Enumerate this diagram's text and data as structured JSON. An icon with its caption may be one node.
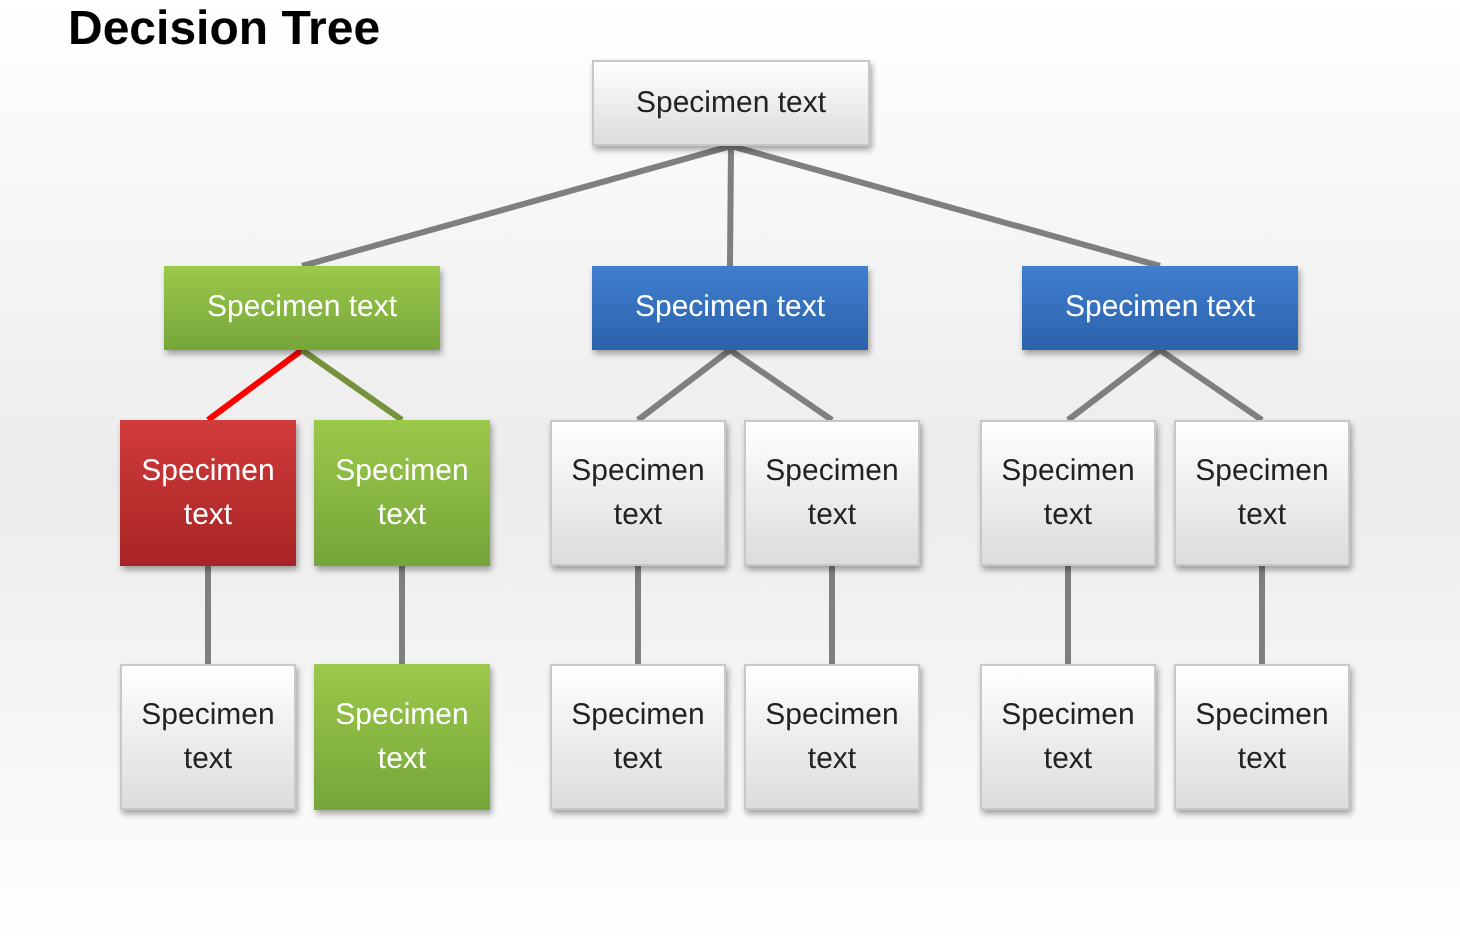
{
  "diagram": {
    "title": "Decision Tree",
    "nodes": [
      {
        "text": [
          "Specimen text"
        ]
      },
      {
        "text": [
          "Specimen text"
        ]
      },
      {
        "text": [
          "Specimen text"
        ]
      },
      {
        "text": [
          "Specimen text"
        ]
      },
      {
        "text": [
          "Specimen text"
        ]
      },
      {
        "text": [
          "Specimen text"
        ]
      },
      {
        "text": [
          "Specimen text"
        ]
      },
      {
        "text": [
          "Specimen text"
        ]
      },
      {
        "text": [
          "Specimen text"
        ]
      },
      {
        "text": [
          "Specimen text"
        ]
      },
      {
        "text": [
          "Specimen text"
        ]
      },
      {
        "text": [
          "Specimen text"
        ]
      },
      {
        "text": [
          "Specimen text"
        ]
      },
      {
        "text": [
          "Specimen text"
        ]
      },
      {
        "text": [
          "Specimen text"
        ]
      },
      {
        "text": [
          "Specimen text"
        ]
      }
    ],
    "edges": [
      {
        "from": 0,
        "to": 1,
        "arrow": "none"
      },
      {
        "from": 0,
        "to": 2,
        "arrow": "none"
      },
      {
        "from": 0,
        "to": 3,
        "arrow": "none"
      },
      {
        "from": 1,
        "to": 4,
        "arrow": "none",
        "color": "#ff0000"
      },
      {
        "from": 1,
        "to": 5,
        "arrow": "none",
        "color": "#76923c"
      },
      {
        "from": 2,
        "to": 6,
        "arrow": "none"
      },
      {
        "from": 2,
        "to": 7,
        "arrow": "none"
      },
      {
        "from": 3,
        "to": 8,
        "arrow": "none"
      },
      {
        "from": 3,
        "to": 9,
        "arrow": "none"
      },
      {
        "from": 4,
        "to": 10,
        "arrow": "none"
      },
      {
        "from": 5,
        "to": 11,
        "arrow": "none"
      },
      {
        "from": 6,
        "to": 12,
        "arrow": "none"
      },
      {
        "from": 7,
        "to": 13,
        "arrow": "none"
      },
      {
        "from": 8,
        "to": 14,
        "arrow": "none"
      },
      {
        "from": 9,
        "to": 15,
        "arrow": "none"
      }
    ]
  }
}
